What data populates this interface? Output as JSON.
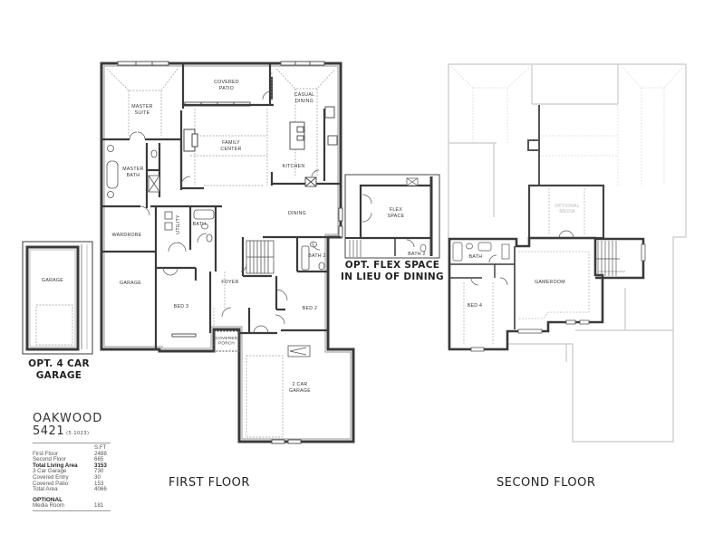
{
  "plan": {
    "name": "OAKWOOD",
    "number": "5421",
    "code": "(5.1023)",
    "units_header": "S.FT",
    "areas": [
      {
        "label": "First Floor",
        "value": "2488",
        "bold": false
      },
      {
        "label": "Second Floor",
        "value": "665",
        "bold": false
      },
      {
        "label": "Total Living Area",
        "value": "3153",
        "bold": true
      },
      {
        "label": "3 Car Garage",
        "value": "730",
        "bold": false
      },
      {
        "label": "Covered Entry",
        "value": "30",
        "bold": false
      },
      {
        "label": "Covered Patio",
        "value": "153",
        "bold": false
      },
      {
        "label": "Total Area",
        "value": "4066",
        "bold": false
      }
    ],
    "optional_header": "OPTIONAL",
    "optional_areas": [
      {
        "label": "Media Room",
        "value": "181"
      }
    ]
  },
  "floors": {
    "first": {
      "caption": "FIRST FLOOR",
      "rooms": {
        "master_suite": [
          "MASTER",
          "SUITE"
        ],
        "covered_patio": [
          "COVERED",
          "PATIO"
        ],
        "casual_dining": [
          "CASUAL",
          "DINING"
        ],
        "family_center": [
          "FAMILY",
          "CENTER"
        ],
        "kitchen": "KITCHEN",
        "master_bath": [
          "MASTER",
          "BATH"
        ],
        "wardrobe": "WARDROBE",
        "utility": "UTILITY",
        "bath": "BATH",
        "dining": "DINING",
        "bath_2": "BATH 2",
        "garage": "GARAGE",
        "foyer": "FOYER",
        "bed_3": "BED 3",
        "bed_2": "BED 2",
        "covered_porch": [
          "COVERED",
          "PORCH"
        ],
        "two_car_garage": [
          "2 CAR",
          "GARAGE"
        ]
      }
    },
    "second": {
      "caption": "SECOND FLOOR",
      "rooms": {
        "optional_media": [
          "OPTIONAL",
          "MEDIA"
        ],
        "bath": "BATH",
        "gameroom": "GAMEROOM",
        "bed_4": "BED 4"
      }
    }
  },
  "options": {
    "four_car_garage": {
      "caption_lines": [
        "OPT. 4 CAR",
        "GARAGE"
      ],
      "room_label": "GARAGE"
    },
    "flex_space": {
      "caption_lines": [
        "OPT. FLEX SPACE",
        "IN LIEU OF DINING"
      ],
      "room_label": [
        "FLEX",
        "SPACE"
      ],
      "bath_label": "BATH 2"
    }
  },
  "colors": {
    "wall": "#3a3a3a",
    "wall_fill": "#bdbdbd",
    "dashed": "#8a8a8a",
    "faint": "#cfcfcf",
    "background": "#ffffff"
  }
}
